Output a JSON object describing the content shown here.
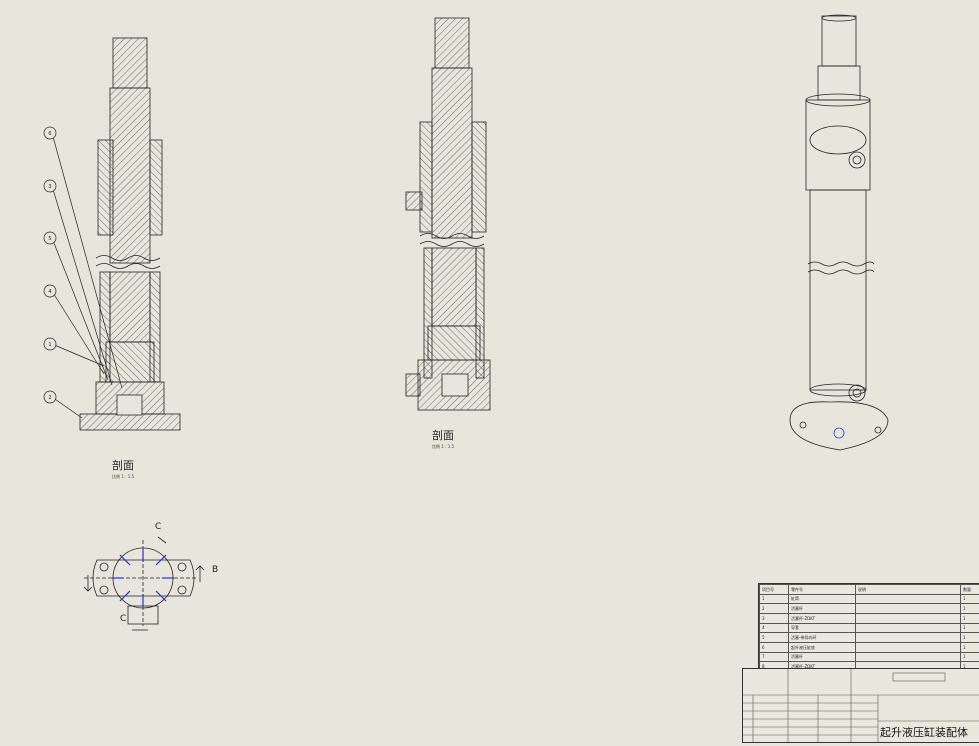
{
  "views": {
    "section1": {
      "label": "剖面",
      "scale": "比例 1 : 1.5"
    },
    "section2": {
      "label": "剖面",
      "scale": "比例 1 : 1.5"
    },
    "detail": {
      "labels": [
        "C",
        "C",
        "B"
      ]
    }
  },
  "balloons": [
    "6",
    "3",
    "5",
    "4",
    "1",
    "2"
  ],
  "bom": {
    "headers": [
      "项目号",
      "零件号",
      "说明",
      "数量"
    ],
    "rows": [
      [
        "1",
        "缸筒",
        "",
        "1"
      ],
      [
        "2",
        "活塞杆",
        "",
        "1"
      ],
      [
        "3",
        "活塞杆-ZDKT",
        "",
        "1"
      ],
      [
        "4",
        "导套",
        "",
        "1"
      ],
      [
        "5",
        "活塞-带导向环",
        "",
        "1"
      ],
      [
        "6",
        "起升液压缸底",
        "",
        "1"
      ],
      [
        "7",
        "活塞杆",
        "",
        "1"
      ],
      [
        "8",
        "活塞杆-ZDKT",
        "",
        "1"
      ]
    ]
  },
  "title_block": {
    "drawing_title": "起升液压缸装配体"
  }
}
